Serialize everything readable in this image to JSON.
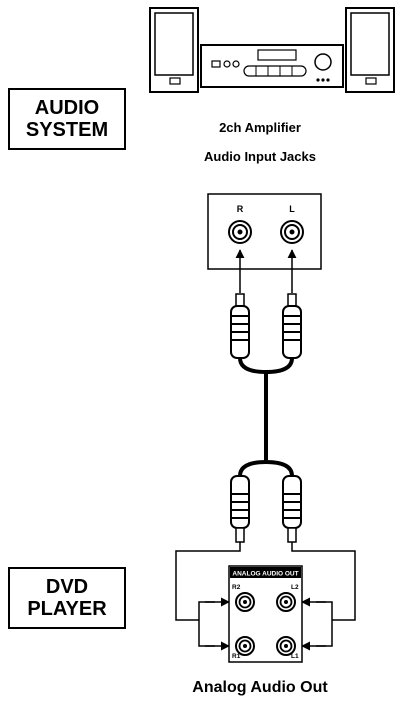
{
  "audio_system": {
    "line1": "AUDIO",
    "line2": "SYSTEM"
  },
  "amp_caption": {
    "line1": "2ch Amplifier",
    "line2": "Audio Input Jacks"
  },
  "input_jacks": {
    "right": "R",
    "left": "L"
  },
  "dvd_player": {
    "line1": "DVD",
    "line2": "PLAYER"
  },
  "analog_panel": {
    "title": "ANALOG AUDIO OUT",
    "r2": "R2",
    "l2": "L2",
    "r1": "R1",
    "l1": "L1"
  },
  "bottom_caption": "Analog Audio Out"
}
